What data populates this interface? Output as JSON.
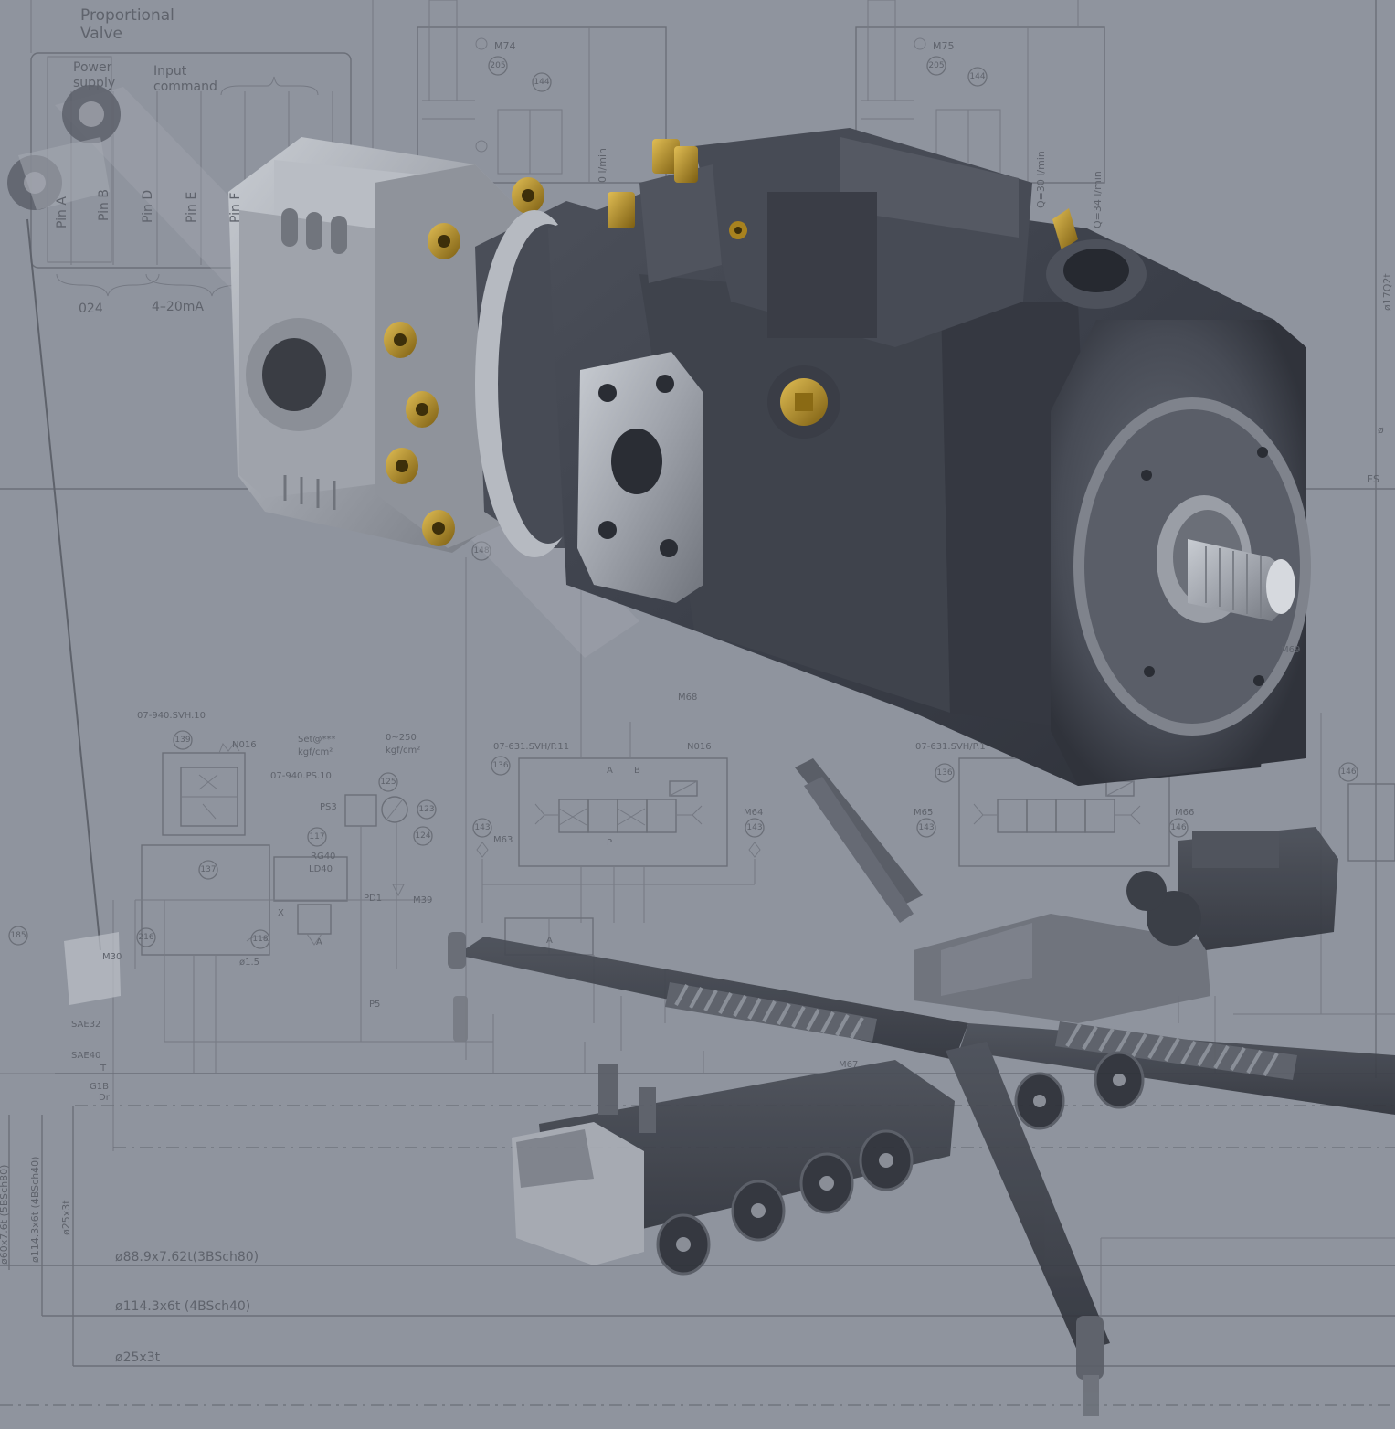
{
  "schematic": {
    "valve_title_line1": "Proportional",
    "valve_title_line2": "Valve",
    "power_line1": "Power",
    "power_line2": "supply",
    "input_line1": "Input",
    "input_line2": "command",
    "pin_a": "Pin A",
    "pin_b": "Pin B",
    "pin_d": "Pin D",
    "pin_e": "Pin E",
    "pin_f": "Pin F",
    "voltage": "024",
    "current": "4–20mA",
    "port_m74": "M74",
    "port_m75": "M75",
    "flow_1": "0 l/min",
    "flow_2": "Q=30 l/min",
    "flow_3": "Q=34 l/min",
    "part_940_svh": "07-940.SVH.10",
    "set_pressure": "Set@***",
    "set_unit": "kgf/cm²",
    "range_pressure": "0~250",
    "range_unit": "kgf/cm²",
    "part_940_ps": "07-940.PS.10",
    "ps3": "PS3",
    "rg40": "RG40",
    "ld40": "LD40",
    "pd1": "PD1",
    "m39": "M39",
    "m68": "M68",
    "m30": "M30",
    "p5": "P5",
    "phi15": "ø1.5",
    "part_631_a": "07-631.SVH/P.11",
    "part_631_b": "07-631.SVH/P.1",
    "n016": "N016",
    "m63": "M63",
    "m64": "M64",
    "m65": "M65",
    "m66": "M66",
    "m67": "M67",
    "m69": "M69",
    "sae_a": "SAE32",
    "sae_b": "SAE40",
    "t_port": "T",
    "g1b": "G1B",
    "dr": "Dr",
    "pipe_1": "ø88.9x7.62t(3BSch80)",
    "pipe_2": "ø114.3x6t (4BSch40)",
    "pipe_3": "ø25x3t",
    "pipe_v1": "ø114.3x6t (4BSch40)",
    "pipe_v2": "ø25x3t",
    "pipe_v3": "ø60x7.6t (5BSch80)",
    "pipe_r1": "ø17Q2t",
    "r_s1": "ø",
    "r_s2": "ES",
    "port_p": "P",
    "port_a": "A",
    "port_b": "B",
    "port_x": "X",
    "bubbles": [
      "205",
      "144",
      "205",
      "144",
      "139",
      "137",
      "125",
      "123",
      "124",
      "117",
      "118",
      "143",
      "136",
      "143",
      "143",
      "136",
      "146",
      "185",
      "216",
      "146",
      "148"
    ]
  },
  "colors": {
    "background": "#8f949e",
    "line": "#6b6f78",
    "pump_body": "#3d414b",
    "gear_pump": "#9a9ea6",
    "brass": "#a8821f",
    "crane": "#3e424b"
  }
}
